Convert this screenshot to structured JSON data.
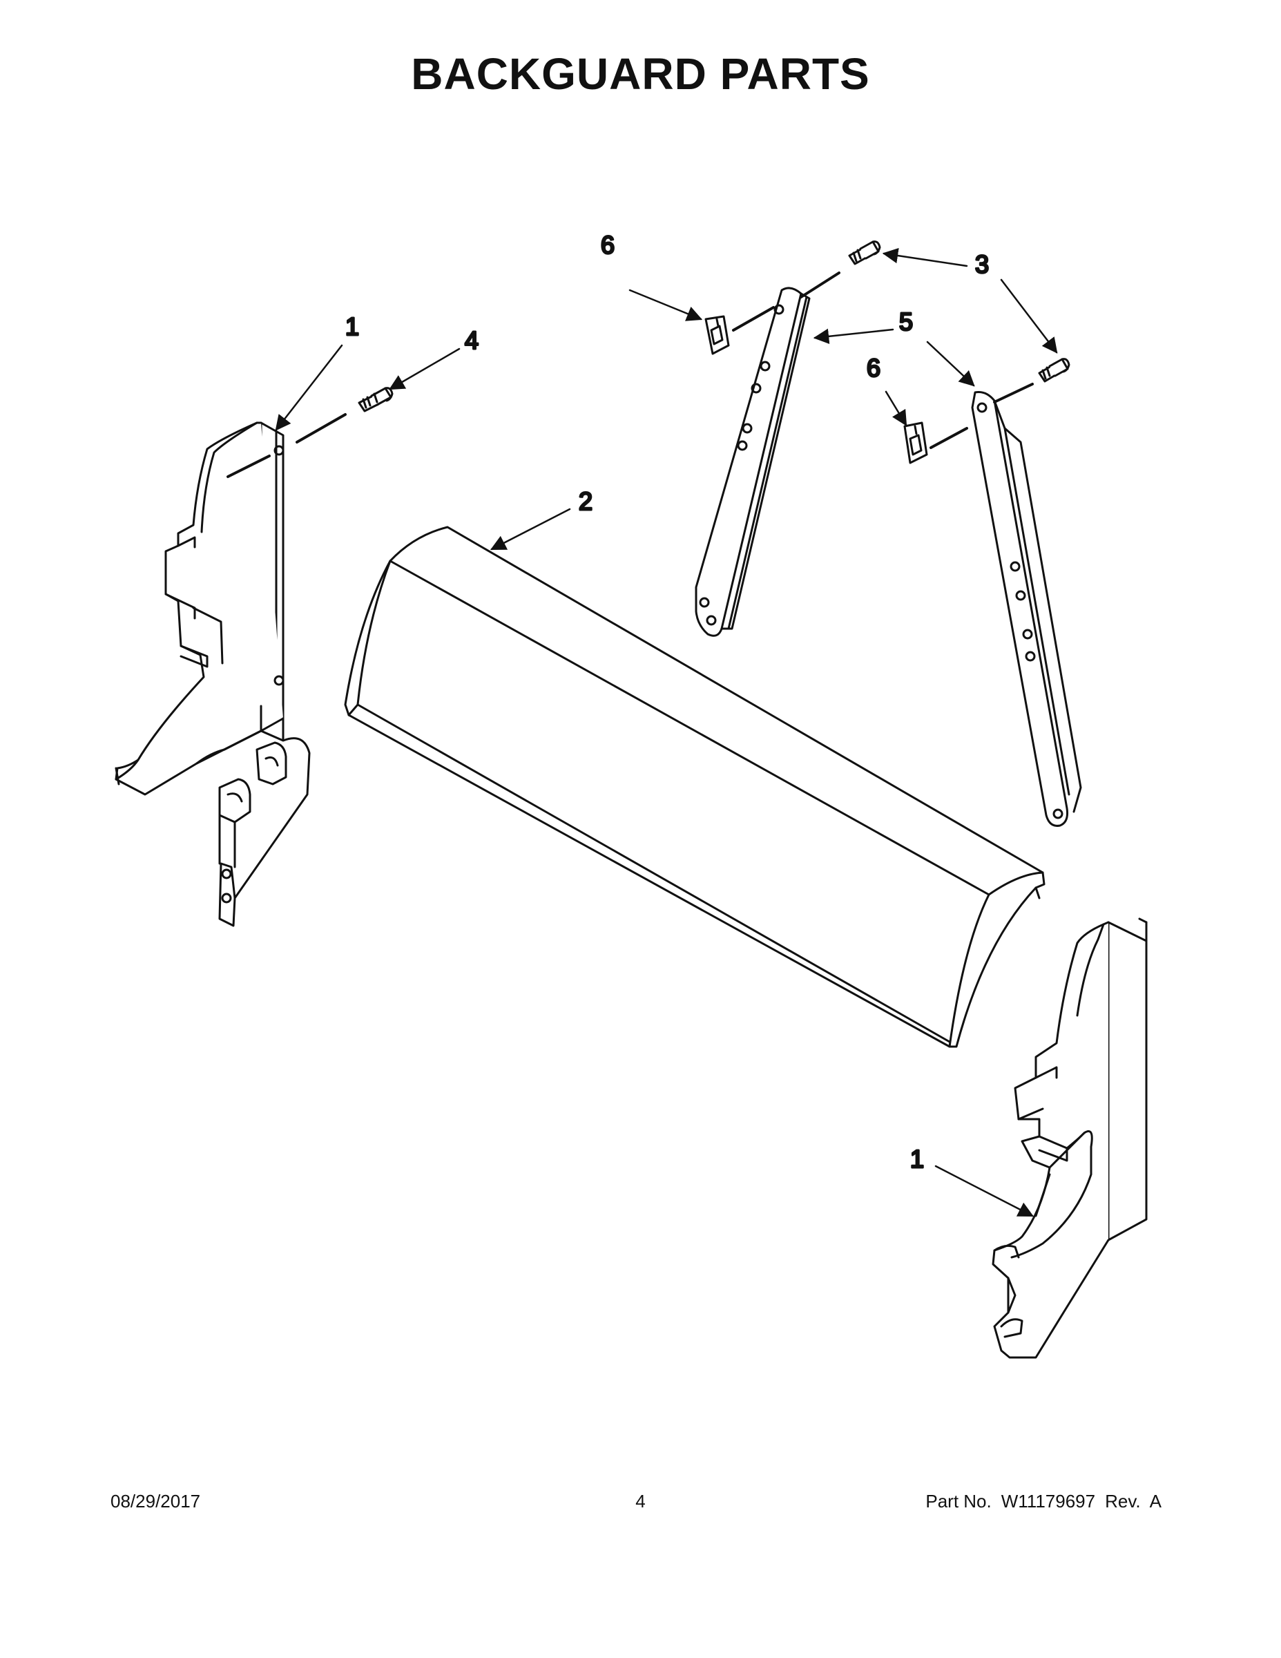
{
  "title": "BACKGUARD PARTS",
  "callouts": {
    "left_end_cap": "1",
    "right_end_cap": "1",
    "backguard_panel": "2",
    "upper_screw": "3",
    "right_screw": "3",
    "left_screw": "4",
    "left_bracket": "5",
    "left_clip": "6",
    "right_clip": "6"
  },
  "footer": {
    "date": "08/29/2017",
    "page": "4",
    "part_label": "Part No.",
    "part_number": "W11179697",
    "revision": "Rev.  A"
  },
  "colors": {
    "line": "#111111",
    "background": "#ffffff"
  }
}
